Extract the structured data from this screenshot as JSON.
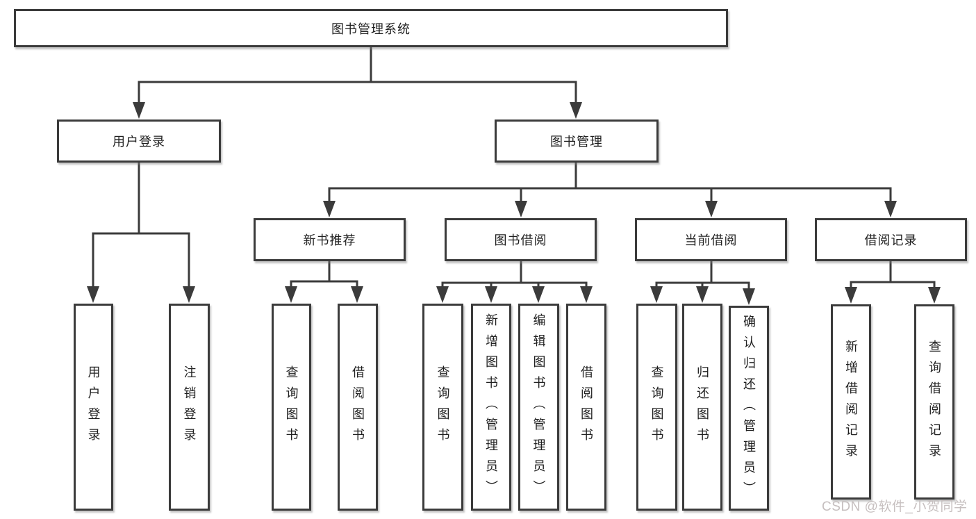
{
  "tree": {
    "root": {
      "label": "图书管理系统"
    },
    "branches": [
      {
        "label": "用户登录",
        "children": [
          {
            "label": "用户登录"
          },
          {
            "label": "注销登录"
          }
        ]
      },
      {
        "label": "图书管理",
        "groups": [
          {
            "label": "新书推荐",
            "children": [
              {
                "label": "查询图书"
              },
              {
                "label": "借阅图书"
              }
            ]
          },
          {
            "label": "图书借阅",
            "children": [
              {
                "label": "查询图书"
              },
              {
                "label": "新增图书（管理员）"
              },
              {
                "label": "编辑图书（管理员）"
              },
              {
                "label": "借阅图书"
              }
            ]
          },
          {
            "label": "当前借阅",
            "children": [
              {
                "label": "查询图书"
              },
              {
                "label": "归还图书"
              },
              {
                "label": "确认归还（管理员）"
              }
            ]
          },
          {
            "label": "借阅记录",
            "children": [
              {
                "label": "新增借阅记录"
              },
              {
                "label": "查询借阅记录"
              }
            ]
          }
        ]
      }
    ]
  },
  "watermark": {
    "text": "CSDN @软件_小贺同学"
  },
  "colors": {
    "line": "#3b3b3b",
    "text": "#1f1f1f",
    "watermark": "#c6bfbf",
    "background": "#ffffff"
  }
}
